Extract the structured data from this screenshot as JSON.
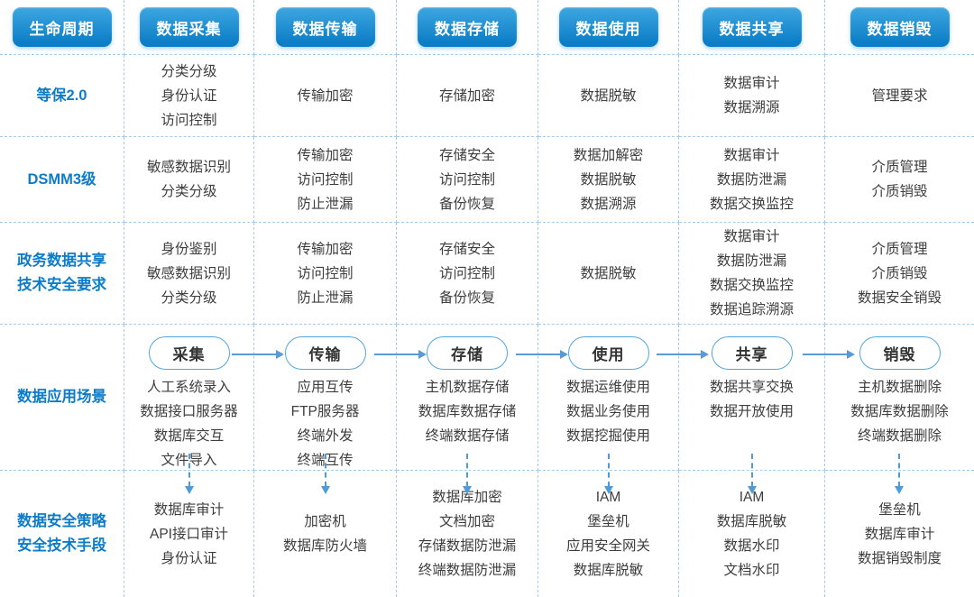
{
  "header": {
    "columns": [
      "生命周期",
      "数据采集",
      "数据传输",
      "数据存储",
      "数据使用",
      "数据共享",
      "数据销毁"
    ]
  },
  "matrix_rows": [
    {
      "label": [
        "等保2.0"
      ],
      "cells": [
        [
          "分类分级",
          "身份认证",
          "访问控制"
        ],
        [
          "传输加密"
        ],
        [
          "存储加密"
        ],
        [
          "数据脱敏"
        ],
        [
          "数据审计",
          "数据溯源"
        ],
        [
          "管理要求"
        ]
      ]
    },
    {
      "label": [
        "DSMM3级"
      ],
      "cells": [
        [
          "敏感数据识别",
          "分类分级"
        ],
        [
          "传输加密",
          "访问控制",
          "防止泄漏"
        ],
        [
          "存储安全",
          "访问控制",
          "备份恢复"
        ],
        [
          "数据加解密",
          "数据脱敏",
          "数据溯源"
        ],
        [
          "数据审计",
          "数据防泄漏",
          "数据交换监控"
        ],
        [
          "介质管理",
          "介质销毁"
        ]
      ]
    },
    {
      "label": [
        "政务数据共享",
        "技术安全要求"
      ],
      "cells": [
        [
          "身份鉴别",
          "敏感数据识别",
          "分类分级"
        ],
        [
          "传输加密",
          "访问控制",
          "防止泄漏"
        ],
        [
          "存储安全",
          "访问控制",
          "备份恢复"
        ],
        [
          "数据脱敏"
        ],
        [
          "数据审计",
          "数据防泄漏",
          "数据交换监控",
          "数据追踪溯源"
        ],
        [
          "介质管理",
          "介质销毁",
          "数据安全销毁"
        ]
      ]
    }
  ],
  "scenario_row": {
    "label": [
      "数据应用场景"
    ],
    "pills": [
      "采集",
      "传输",
      "存储",
      "使用",
      "共享",
      "销毁"
    ],
    "cells": [
      [
        "人工系统录入",
        "数据接口服务器",
        "数据库交互",
        "文件导入"
      ],
      [
        "应用互传",
        "FTP服务器",
        "终端外发",
        "终端互传"
      ],
      [
        "主机数据存储",
        "数据库数据存储",
        "终端数据存储"
      ],
      [
        "数据运维使用",
        "数据业务使用",
        "数据挖掘使用"
      ],
      [
        "数据共享交换",
        "数据开放使用"
      ],
      [
        "主机数据删除",
        "数据库数据删除",
        "终端数据删除"
      ]
    ]
  },
  "tech_row": {
    "label": [
      "数据安全策略",
      "安全技术手段"
    ],
    "cells": [
      [
        "数据库审计",
        "API接口审计",
        "身份认证"
      ],
      [
        "加密机",
        "数据库防火墙"
      ],
      [
        "数据库加密",
        "文档加密",
        "存储数据防泄漏",
        "终端数据防泄漏"
      ],
      [
        "IAM",
        "堡垒机",
        "应用安全网关",
        "数据库脱敏"
      ],
      [
        "IAM",
        "数据库脱敏",
        "数据水印",
        "文档水印"
      ],
      [
        "堡垒机",
        "数据库审计",
        "数据销毁制度"
      ]
    ]
  },
  "colors": {
    "accent_blue": "#0d7cc8",
    "header_gradient_top": "#3ea7e1",
    "header_gradient_bottom": "#0c7dc6",
    "grid_line": "#a5cbec",
    "body_text": "#3e3e3e",
    "arrow": "#5b9bd5",
    "pill_border": "#53a6dc"
  }
}
